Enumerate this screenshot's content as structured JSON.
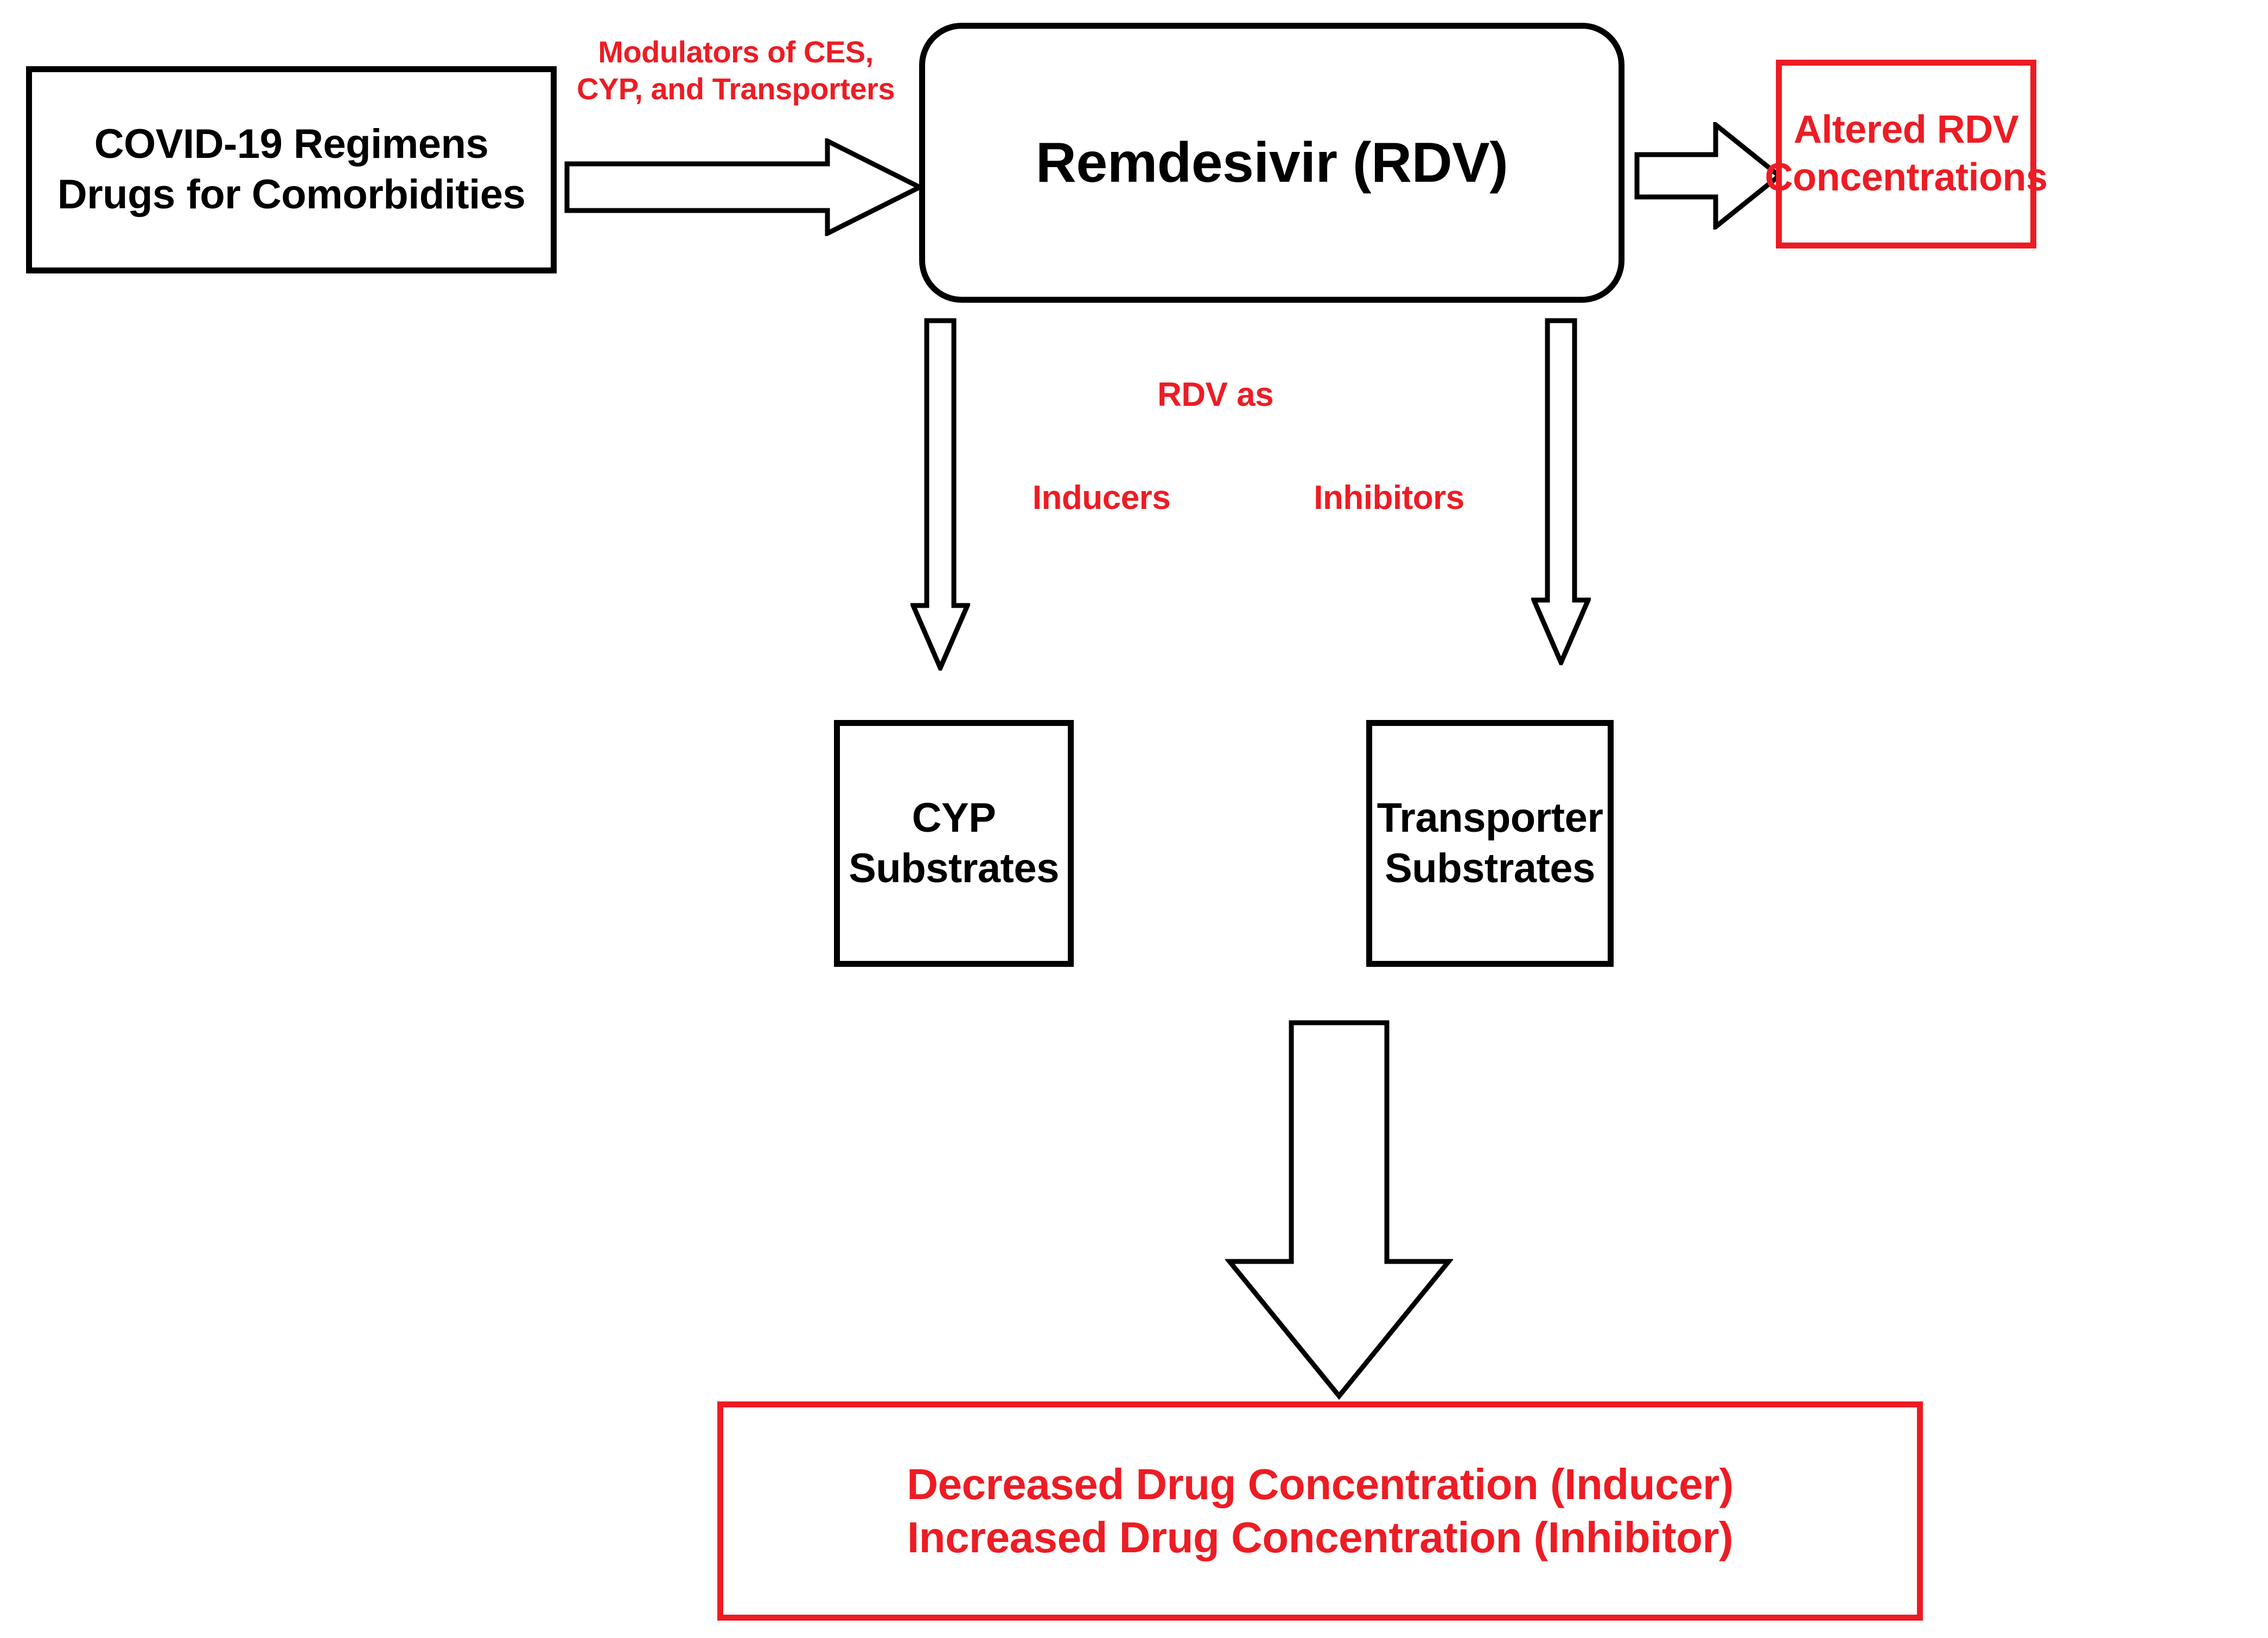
{
  "diagram": {
    "title_text_color": "#000000",
    "accent_color": "#ED1C24",
    "nodes": {
      "covid_regimens": {
        "label": "COVID-19 Regimens\nDrugs for Comorbidities",
        "border_color": "#000000",
        "text_color": "#000000"
      },
      "remdesivir": {
        "label": "Remdesivir (RDV)",
        "border_color": "#000000",
        "text_color": "#000000",
        "shape": "rounded-rectangle"
      },
      "altered_rdv": {
        "label": "Altered RDV\nConcentrations",
        "border_color": "#ED1C24",
        "text_color": "#ED1C24"
      },
      "cyp_substrates": {
        "label": "CYP Substrates",
        "border_color": "#000000",
        "text_color": "#000000"
      },
      "transporter_substrates": {
        "label": "Transporter\nSubstrates",
        "border_color": "#000000",
        "text_color": "#000000"
      },
      "outcome": {
        "label": "Decreased Drug Concentration (Inducer)\nIncreased Drug Concentration (Inhibitor)",
        "border_color": "#ED1C24",
        "text_color": "#ED1C24"
      }
    },
    "annotations": {
      "modulators": {
        "label": "Modulators of CES,\nCYP, and Transporters",
        "color": "#ED1C24"
      },
      "rdv_as": {
        "label": "RDV as",
        "color": "#ED1C24"
      },
      "inducers": {
        "label": "Inducers",
        "color": "#ED1C24"
      },
      "inhibitors": {
        "label": "Inhibitors",
        "color": "#ED1C24"
      }
    },
    "arrows": [
      {
        "name": "covid-to-rdv",
        "direction": "right"
      },
      {
        "name": "rdv-to-altered",
        "direction": "right"
      },
      {
        "name": "rdv-to-cyp",
        "direction": "down"
      },
      {
        "name": "rdv-to-transporter",
        "direction": "down"
      },
      {
        "name": "substrates-to-outcome",
        "direction": "down"
      }
    ]
  }
}
